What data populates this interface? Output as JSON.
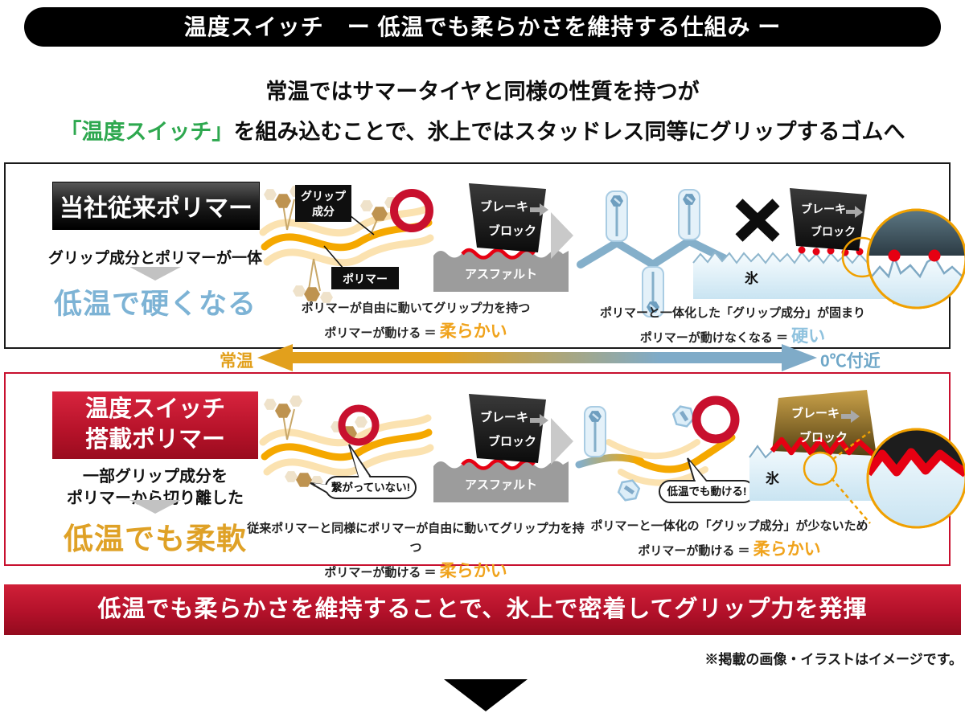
{
  "header": {
    "title": "温度スイッチ　ー 低温でも柔らかさを維持する仕組み ー"
  },
  "intro": {
    "line1": "常温ではサマータイヤと同様の性質を持つが",
    "line2_highlight": "「温度スイッチ」",
    "line2_rest": "を組み込むことで、氷上ではスタッドレス同等にグリップするゴムへ"
  },
  "labels": {
    "grip_lines": [
      "グリップ",
      "成分"
    ],
    "polymer": "ポリマー",
    "brake": "ブレーキ",
    "block": "ブロック",
    "asphalt": "アスファルト",
    "ice": "氷"
  },
  "conventional": {
    "title": "当社従来ポリマー",
    "description": "グリップ成分とポリマーが一体",
    "result": "低温で硬くなる",
    "warm_caption_line1": "ポリマーが自由に動いてグリップ力を持つ",
    "warm_caption_line2_prefix": "ポリマーが動ける ＝ ",
    "warm_caption_line2_em": "柔らかい",
    "cold_caption_line1": "ポリマーと一体化した「グリップ成分」が固まり",
    "cold_caption_line2_prefix": "ポリマーが動けなくなる ＝ ",
    "cold_caption_line2_em": "硬い"
  },
  "temperature_axis": {
    "left": "常温",
    "right": "0℃付近"
  },
  "switch": {
    "title_lines": [
      "温度スイッチ",
      "搭載ポリマー"
    ],
    "description_lines": [
      "一部グリップ成分を",
      "ポリマーから切り離した"
    ],
    "result": "低温でも柔軟",
    "bubble_warm": "繋がっていない!",
    "bubble_cold": "低温でも動ける!",
    "warm_caption_line1": "従来ポリマーと同様にポリマーが自由に動いてグリップ力を持つ",
    "warm_caption_line2_prefix": "ポリマーが動ける ＝ ",
    "warm_caption_line2_em": "柔らかい",
    "cold_caption_line1": "ポリマーと一体化の「グリップ成分」が少ないため",
    "cold_caption_line2_prefix": "ポリマーが動ける ＝ ",
    "cold_caption_line2_em": "柔らかい"
  },
  "conclusion": {
    "text": "低温でも柔らかさを維持することで、氷上で密着してグリップ力を発揮"
  },
  "disclaimer": "※掲載の画像・イラストはイメージです。",
  "colors": {
    "green_accent": "#2ea84f",
    "cold_blue_text": "#7db3d5",
    "warm_orange_text": "#dfa126",
    "brand_red": "#c8102e",
    "polymer_orange": "#f5a800",
    "frozen_blue": "#84afca",
    "magnifier_orange": "#f0a000"
  }
}
